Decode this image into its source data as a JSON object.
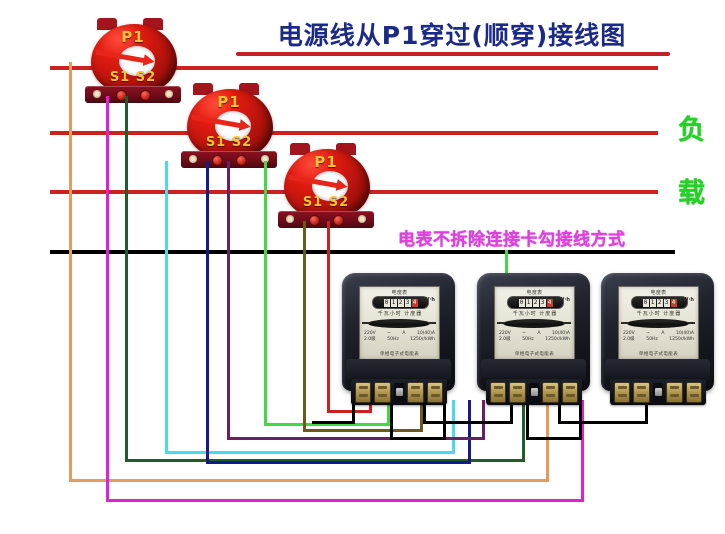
{
  "title": "电源线从P1穿过(顺穿)接线图",
  "labels": {
    "load_char_1": "负",
    "load_char_2": "载",
    "note": "电表不拆除连接卡勾接线方式"
  },
  "colors": {
    "title_text": "#1b2a88",
    "title_rule": "#c42027",
    "phase_line": "#cf2020",
    "neutral_line": "#000000",
    "load_text": "#22d422",
    "note_text": "#e040e0",
    "ct_body": "#d01a10",
    "ct_label": "#ffc233",
    "wire_orange": "#e69a5c",
    "wire_magenta": "#e21fd6",
    "wire_darkgreen": "#1f5e2a",
    "wire_cyan": "#4ed8ef",
    "wire_navy": "#121a8c",
    "wire_purple": "#6a2060",
    "wire_brightgreen": "#3fdb45",
    "wire_olive": "#6b5a1a",
    "wire_red": "#cf2020",
    "wire_black": "#000000"
  },
  "cts": [
    {
      "id": "ct-1",
      "p1": "P1",
      "s1": "S1",
      "s2": "S2"
    },
    {
      "id": "ct-2",
      "p1": "P1",
      "s1": "S1",
      "s2": "S2"
    },
    {
      "id": "ct-3",
      "p1": "P1",
      "s1": "S1",
      "s2": "S2"
    }
  ],
  "phase_lines": [
    {
      "name": "phase-line-1"
    },
    {
      "name": "phase-line-2"
    },
    {
      "name": "phase-line-3"
    }
  ],
  "neutral_line": {
    "name": "neutral-line"
  },
  "meters": [
    {
      "id": "meter-1",
      "brand": "电度表",
      "reading": [
        "0",
        "1",
        "2",
        "3",
        "4"
      ],
      "unit": "kW·h",
      "scale_row": "千瓦小时 计度器",
      "specs": [
        [
          "220V",
          "~",
          "A",
          "10(40)A"
        ],
        [
          "2.0级",
          "50Hz",
          "1250r/kWh"
        ]
      ],
      "footer": "单相电子式电能表"
    },
    {
      "id": "meter-2",
      "brand": "电度表",
      "reading": [
        "0",
        "1",
        "2",
        "3",
        "4"
      ],
      "unit": "kW·h",
      "scale_row": "千瓦小时 计度器",
      "specs": [
        [
          "220V",
          "~",
          "A",
          "10(40)A"
        ],
        [
          "2.0级",
          "50Hz",
          "1250r/kWh"
        ]
      ],
      "footer": "单相电子式电能表"
    },
    {
      "id": "meter-3",
      "brand": "电度表",
      "reading": [
        "0",
        "1",
        "2",
        "3",
        "4"
      ],
      "unit": "kW·h",
      "scale_row": "千瓦小时 计度器",
      "specs": [
        [
          "220V",
          "~",
          "A",
          "10(40)A"
        ],
        [
          "2.0级",
          "50Hz",
          "1250r/kWh"
        ]
      ],
      "footer": "单相电子式电能表"
    }
  ]
}
